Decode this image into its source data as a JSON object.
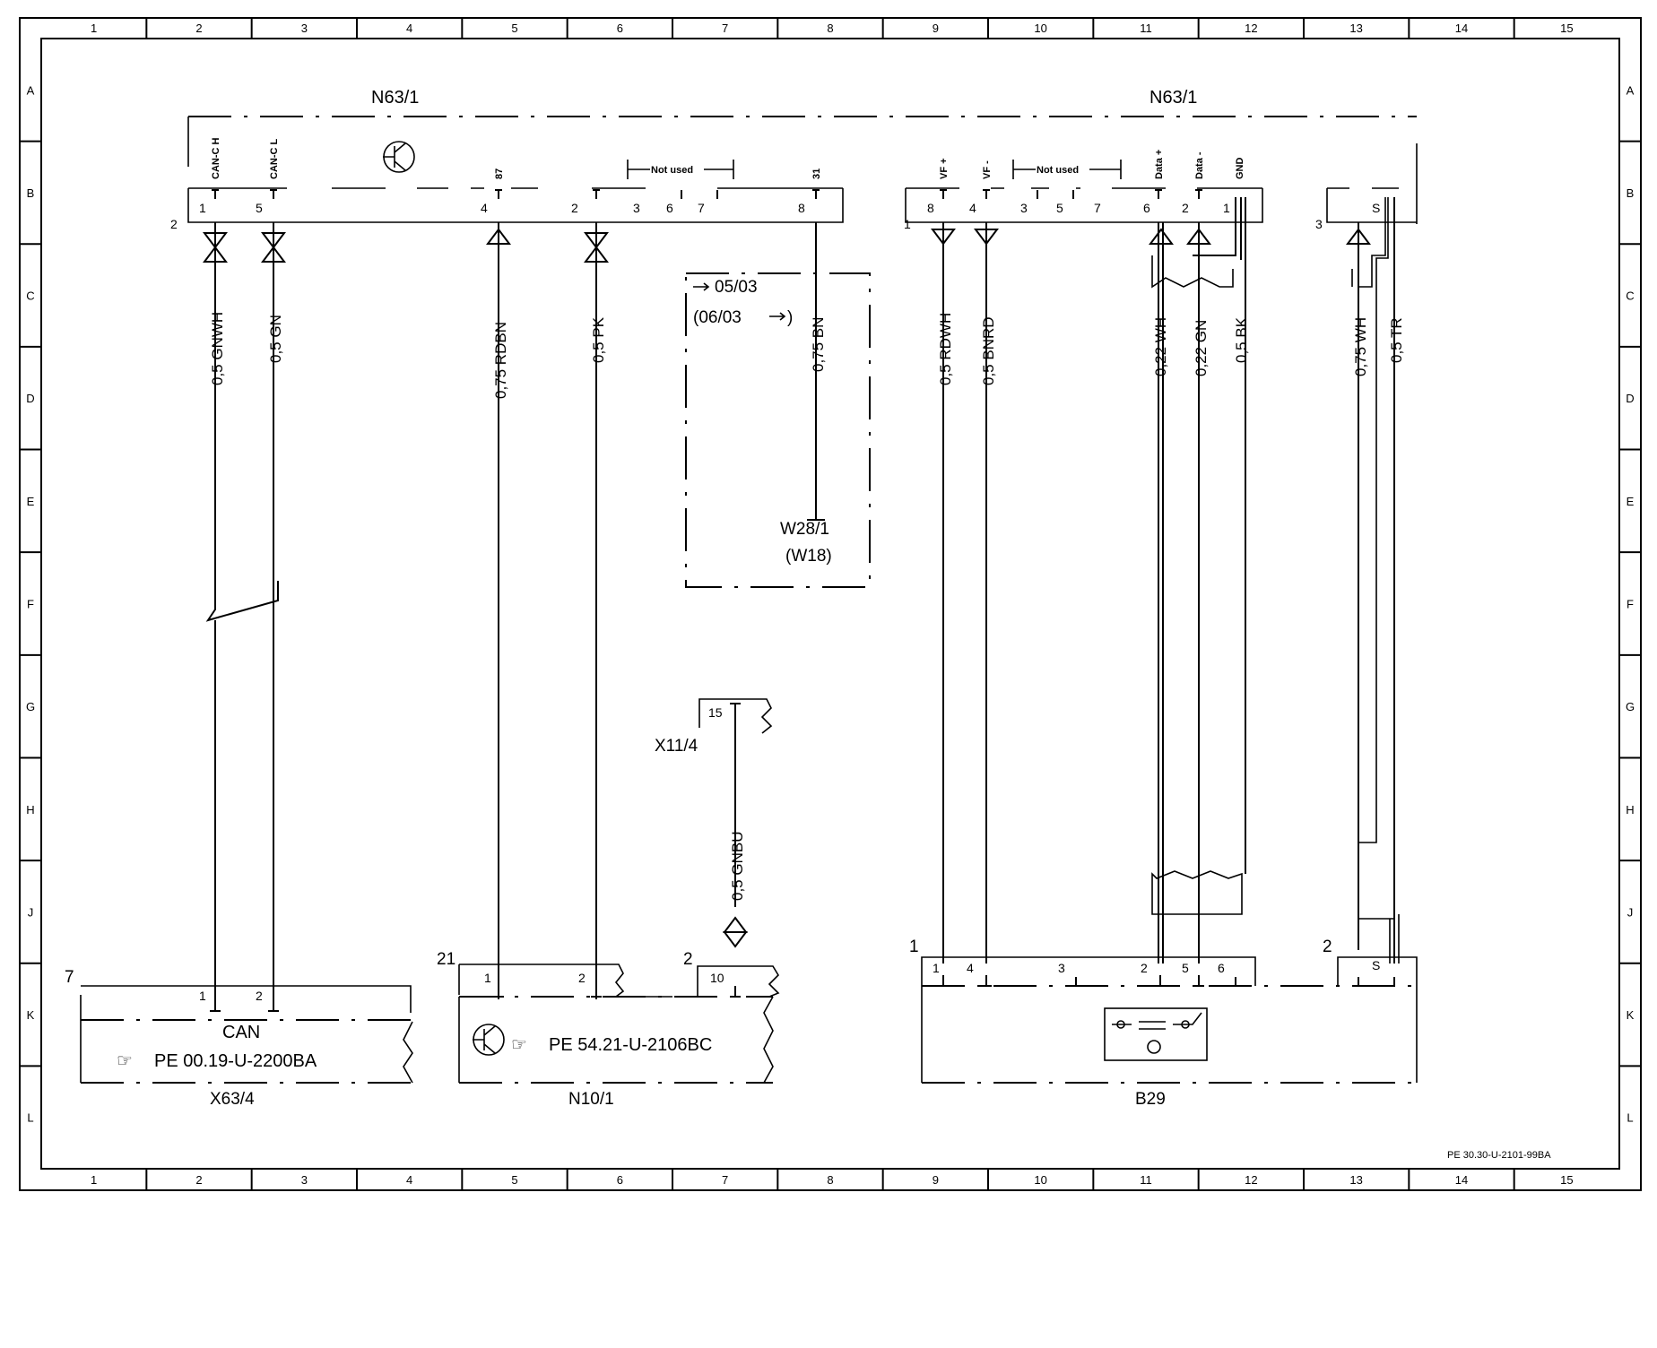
{
  "grid": {
    "columns": [
      "1",
      "2",
      "3",
      "4",
      "5",
      "6",
      "7",
      "8",
      "9",
      "10",
      "11",
      "12",
      "13",
      "14",
      "15"
    ],
    "rows": [
      "A",
      "B",
      "C",
      "D",
      "E",
      "F",
      "G",
      "H",
      "J",
      "K",
      "L"
    ]
  },
  "components": {
    "n63_left": "N63/1",
    "n63_right": "N63/1",
    "n63_left_connector": "2",
    "n63_right_connector1": "1",
    "n63_right_connector3": "3",
    "x63_4": "X63/4",
    "x63_4_connector": "7",
    "x63_4_can": "CAN",
    "x63_4_ref": "PE 00.19-U-2200BA",
    "n10_1": "N10/1",
    "n10_1_connector21": "21",
    "n10_1_connector2": "2",
    "n10_1_ref": "PE 54.21-U-2106BC",
    "x11_4": "X11/4",
    "x11_4_pin": "15",
    "w28_1": "W28/1",
    "w18": "(W18)",
    "b29": "B29",
    "b29_connector1": "1",
    "b29_connector2": "2"
  },
  "date_notes": {
    "from": "05/03",
    "until": "(06/03",
    "until_close": ")"
  },
  "signals": {
    "can_c_h": "CAN-C H",
    "can_c_l": "CAN-C L",
    "t87": "87",
    "t31": "31",
    "vf_plus": "VF +",
    "vf_minus": "VF -",
    "data_plus": "Data +",
    "data_minus": "Data -",
    "gnd": "GND",
    "not_used_1": "Not used",
    "not_used_2": "Not used",
    "shield_s1": "S",
    "shield_s2": "S"
  },
  "pins": {
    "left_n63": [
      "1",
      "5",
      "4",
      "2",
      "3",
      "6",
      "7",
      "8"
    ],
    "right_n63": [
      "8",
      "4",
      "3",
      "5",
      "7",
      "6",
      "2",
      "1"
    ],
    "x63": [
      "1",
      "2"
    ],
    "n10": [
      "1",
      "2",
      "10"
    ],
    "b29": [
      "1",
      "4",
      "3",
      "2",
      "5",
      "6"
    ]
  },
  "wires": {
    "w1": "0,5 GNWH",
    "w2": "0,5 GN",
    "w3": "0,75 RDBN",
    "w4": "0,5 PK",
    "w5": "0,75 BN",
    "w6": "0,5 RDWH",
    "w7": "0,5 BNRD",
    "w8": "0,22 WH",
    "w9": "0,22 GN",
    "w10": "0,5 BK",
    "w11": "0,75 WH",
    "w12": "0,5 TR",
    "w13": "0,5 GNBU"
  },
  "footer_code": "PE 30.30-U-2101-99BA"
}
